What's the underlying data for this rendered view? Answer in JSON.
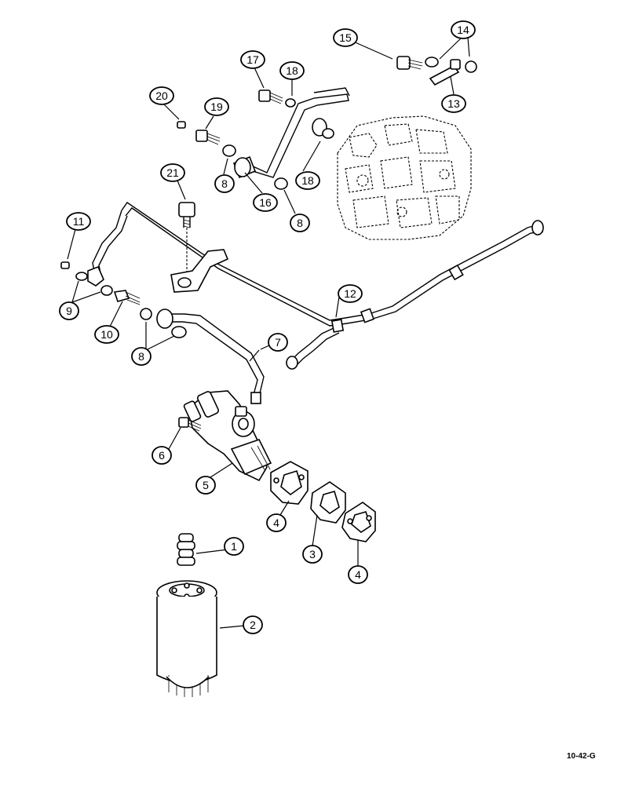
{
  "figure_code": "10-42-G",
  "callouts": {
    "c1": "1",
    "c2": "2",
    "c3": "3",
    "c4a": "4",
    "c4b": "4",
    "c5": "5",
    "c6": "6",
    "c7": "7",
    "c8a": "8",
    "c8b": "8",
    "c8c": "8",
    "c9": "9",
    "c10": "10",
    "c11": "11",
    "c12": "12",
    "c13": "13",
    "c14": "14",
    "c15": "15",
    "c16": "16",
    "c17": "17",
    "c18a": "18",
    "c18b": "18",
    "c19": "19",
    "c20": "20",
    "c21": "21"
  },
  "colors": {
    "ink": "#000000",
    "paper": "#ffffff"
  }
}
